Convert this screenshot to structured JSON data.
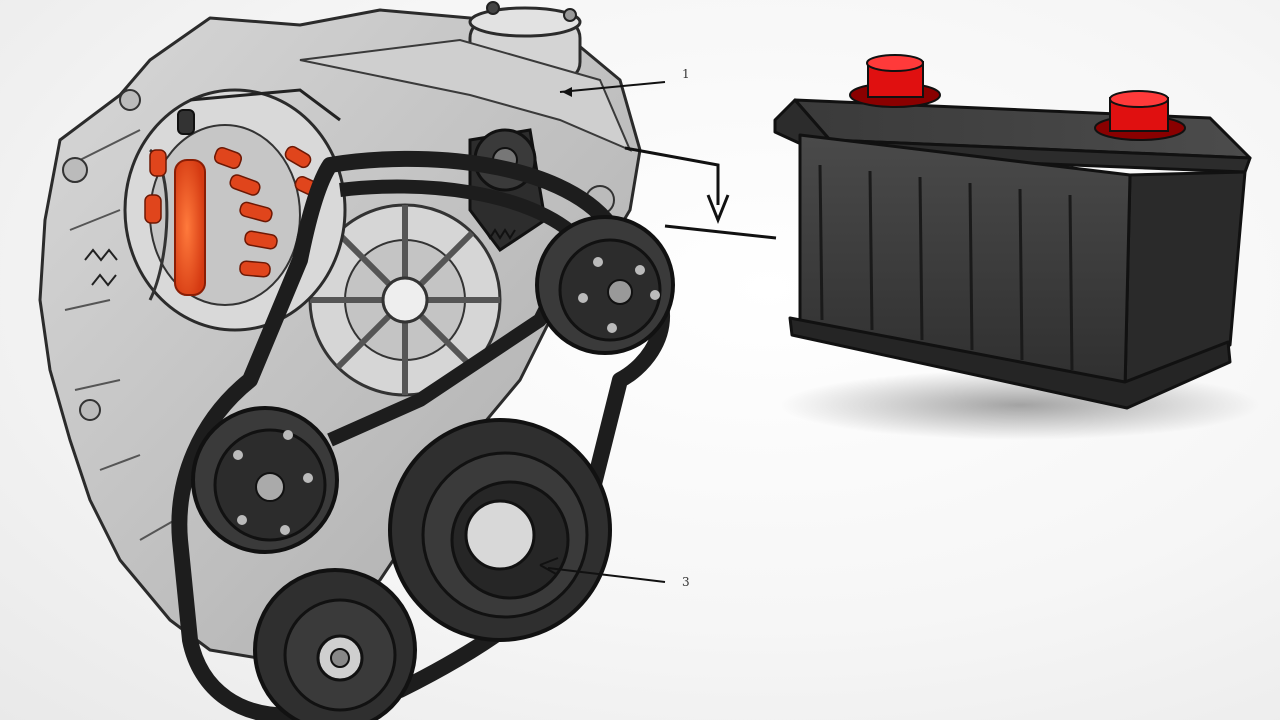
{
  "diagram": {
    "callouts": [
      {
        "id": "callout-1",
        "label": "1"
      },
      {
        "id": "callout-3",
        "label": "3"
      }
    ],
    "components": {
      "engine": "engine-block",
      "alternator": "alternator",
      "serpentine_belt": "serpentine-belt",
      "tensioner": "belt-tensioner",
      "battery": "car-battery"
    },
    "colors": {
      "engine_body": "#c9c9c9",
      "engine_outline": "#2b2b2b",
      "alternator_accent": "#e0451c",
      "belt": "#1d1d1d",
      "pulley": "#3a3a3a",
      "battery_body": "#3b3b3b",
      "battery_terminal": "#e01010"
    }
  }
}
